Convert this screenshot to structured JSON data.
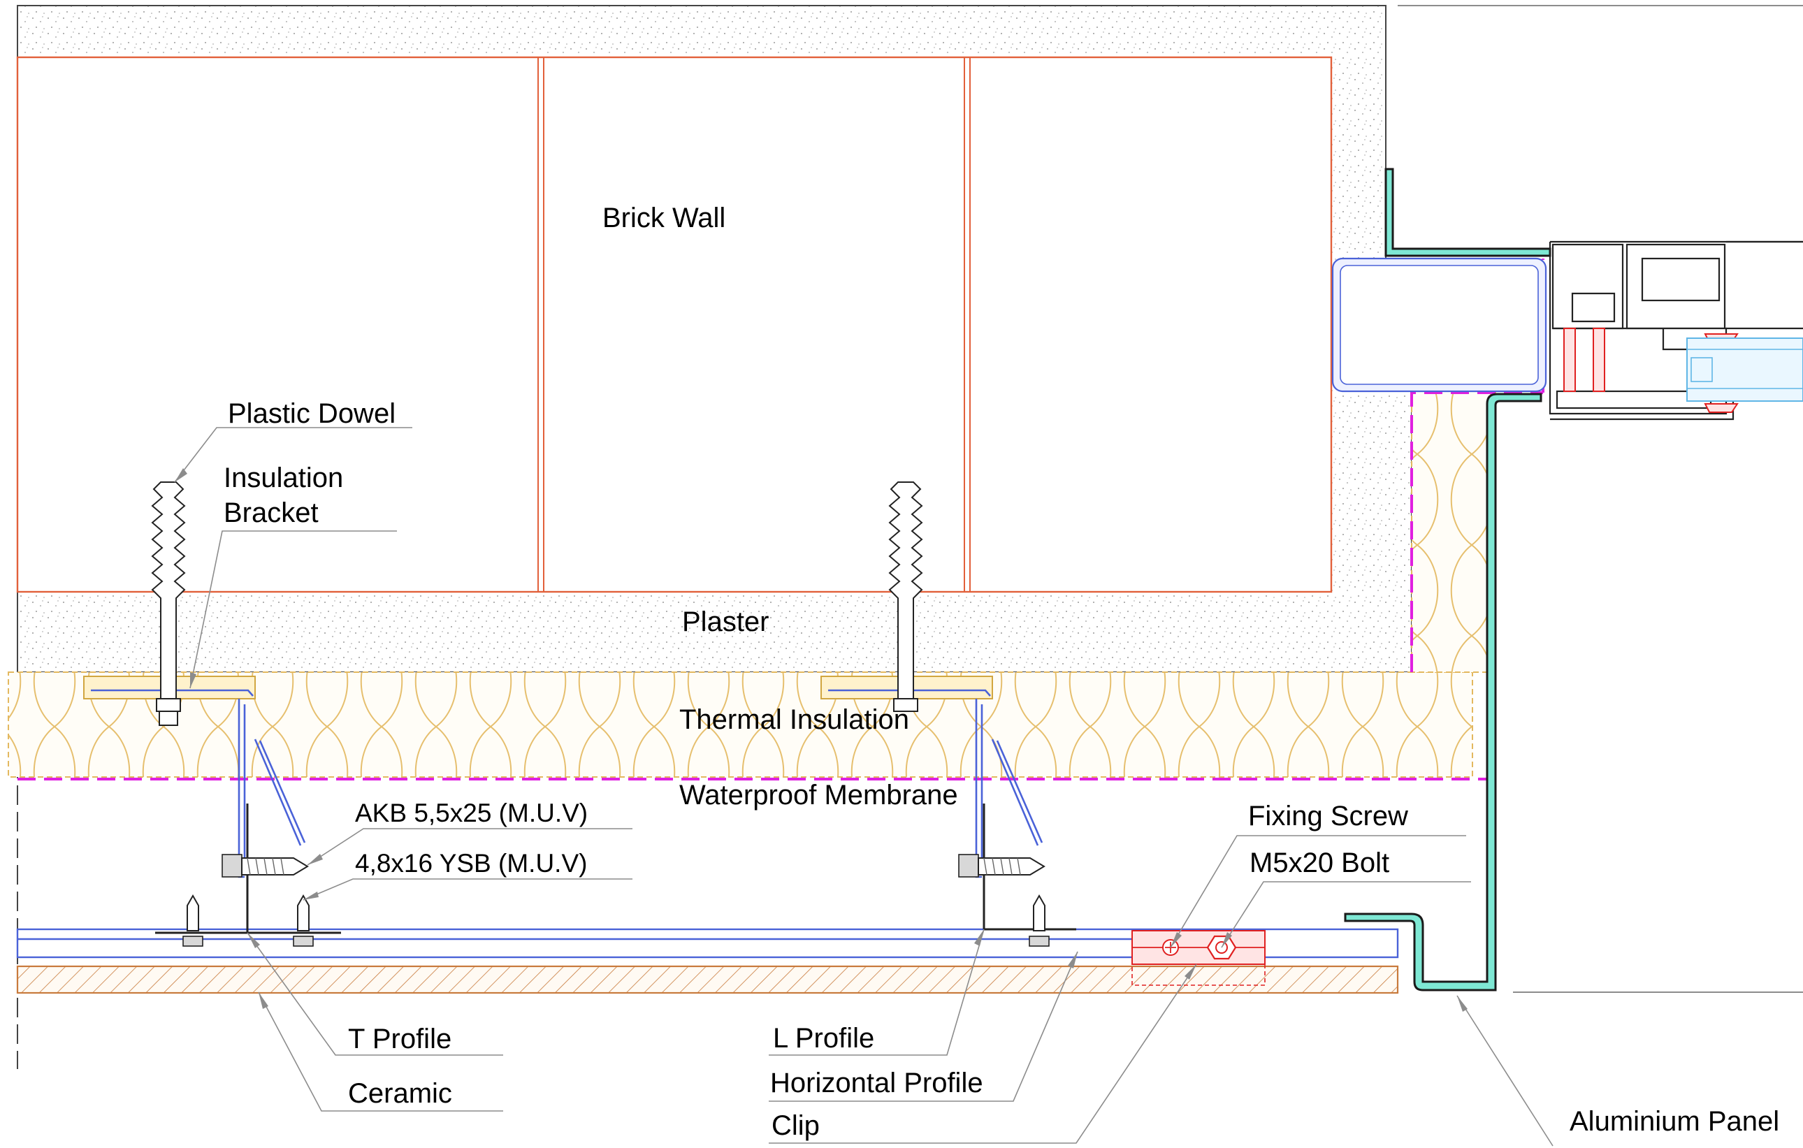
{
  "drawing": {
    "labels": {
      "brick_wall": "Brick Wall",
      "plaster": "Plaster",
      "thermal_insulation": "Thermal Insulation",
      "waterproof_membrane": "Waterproof Membrane",
      "plastic_dowel": "Plastic Dowel",
      "insulation_bracket_line1": "Insulation",
      "insulation_bracket_line2": "Bracket",
      "akb_screw": "AKB 5,5x25 (M.U.V)",
      "ysb_screw": "4,8x16 YSB (M.U.V)",
      "fixing_screw": "Fixing Screw",
      "m5_bolt": "M5x20 Bolt",
      "t_profile": "T Profile",
      "ceramic": "Ceramic",
      "l_profile": "L Profile",
      "horizontal_profile": "Horizontal Profile",
      "clip": "Clip",
      "aluminium_panel": "Aluminium Panel"
    },
    "colors": {
      "brick": "#e2603a",
      "insulation": "#e3b85f",
      "membrane": "#e020e0",
      "bracket": "#4a62d8",
      "aluminium_panel": "#7ee8d4",
      "clip": "#e02020",
      "ceramic": "#c87a3c"
    }
  }
}
